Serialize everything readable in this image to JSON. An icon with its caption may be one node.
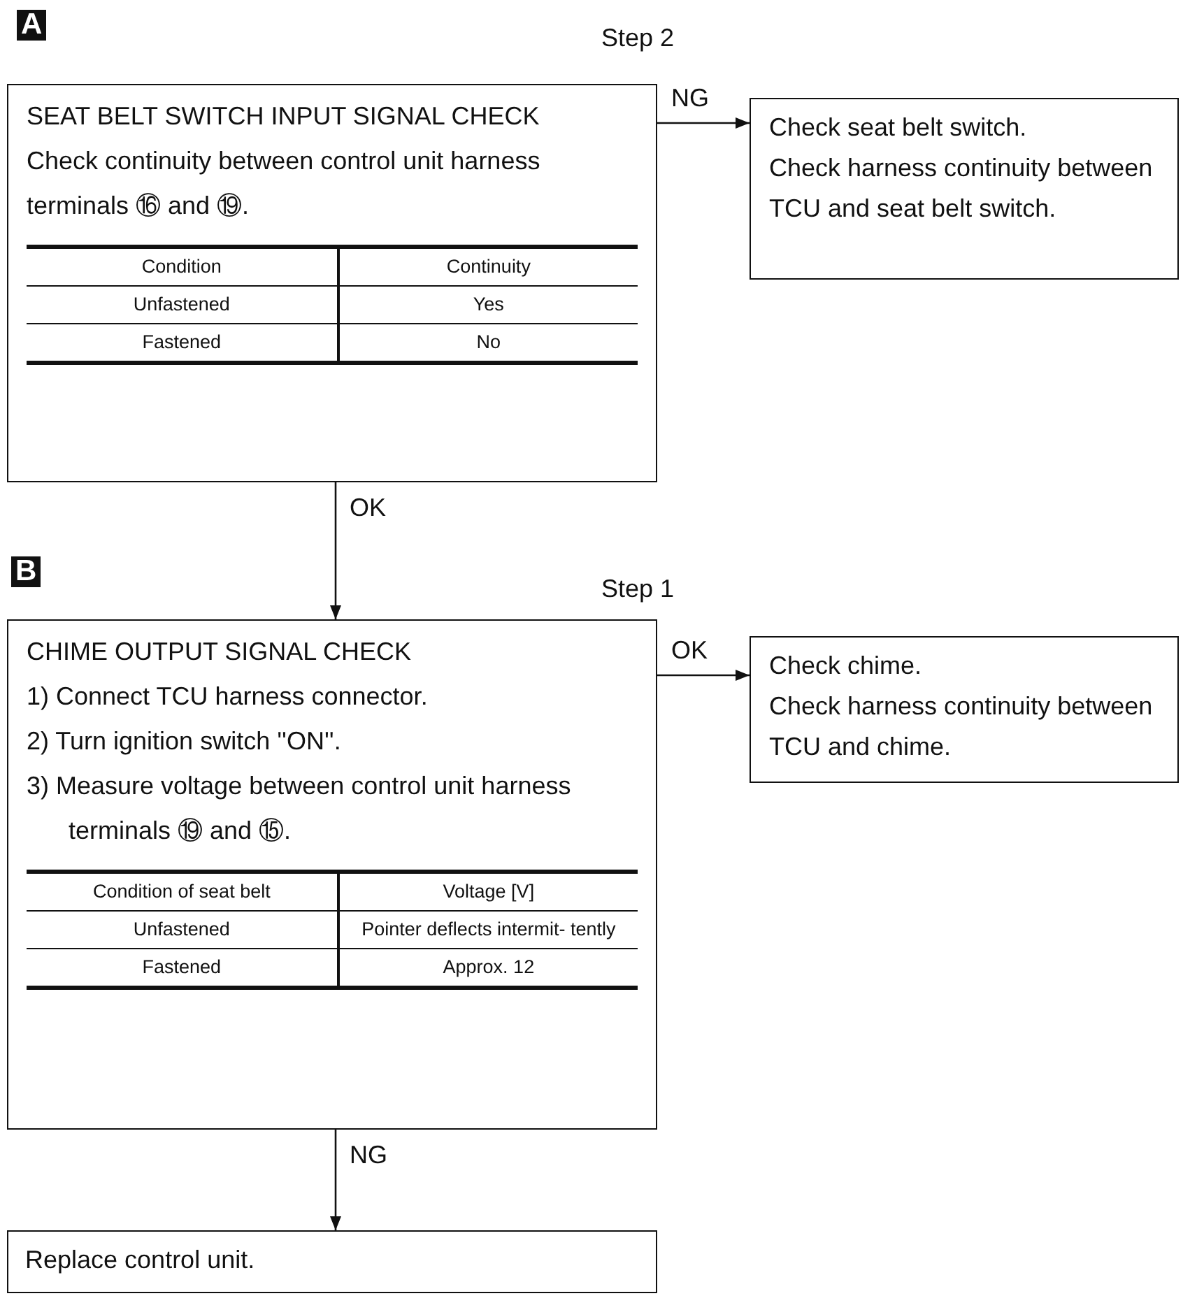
{
  "diagram": {
    "nodes": [
      {
        "text": [
          "SEAT BELT SWITCH INPUT SIGNAL CHECK",
          "Check continuity between control unit harness terminals ⑯ and ⑲.",
          "Condition",
          "Continuity",
          "Unfastened",
          "Yes",
          "Fastened",
          "No"
        ],
        "beside": [
          "A",
          "Step 2"
        ]
      },
      {
        "text": [
          "Check seat belt switch.",
          "Check harness continuity between TCU and seat belt switch."
        ]
      },
      {
        "text": [
          "CHIME OUTPUT SIGNAL CHECK",
          "1) Connect TCU harness connector.",
          "2) Turn ignition switch ''ON''.",
          "3) Measure voltage between control unit harness terminals ⑲ and ⑮.",
          "Condition of seat belt",
          "Voltage [V]",
          "Unfastened",
          "Pointer deflects intermit- tently",
          "Fastened",
          "Approx. 12"
        ],
        "beside": [
          "B",
          "Step 1"
        ]
      },
      {
        "text": [
          "Check chime.",
          "Check harness continuity between TCU and chime."
        ]
      },
      {
        "text": [
          "Replace control unit."
        ]
      }
    ],
    "edges": [
      {
        "from": 0,
        "to": 1,
        "arrow": "to",
        "label": "NG"
      },
      {
        "from": 0,
        "to": 2,
        "arrow": "to",
        "label": "OK"
      },
      {
        "from": 2,
        "to": 3,
        "arrow": "to",
        "label": "OK"
      },
      {
        "from": 2,
        "to": 4,
        "arrow": "to",
        "label": "NG"
      }
    ]
  }
}
